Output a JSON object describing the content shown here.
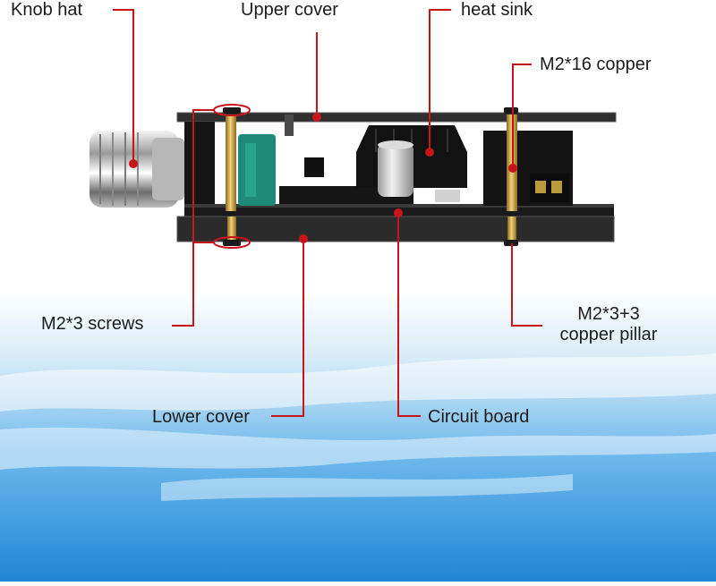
{
  "labels": {
    "knob_hat": "Knob hat",
    "upper_cover": "Upper cover",
    "heat_sink": "heat sink",
    "m2_16_copper": "M2*16 copper",
    "m2_3_screws": "M2*3 screws",
    "m2_3_3_line1": "M2*3+3",
    "m2_3_3_line2": "copper pillar",
    "lower_cover": "Lower cover",
    "circuit_board": "Circuit board"
  },
  "colors": {
    "leader_line": "#c8151b",
    "acrylic_panel": "#3a3a3a",
    "pcb": "#1b1b1b",
    "brass": "#d9b24a",
    "capacitor_teal": "#1f8a78",
    "sky": "#2f8fdc"
  }
}
